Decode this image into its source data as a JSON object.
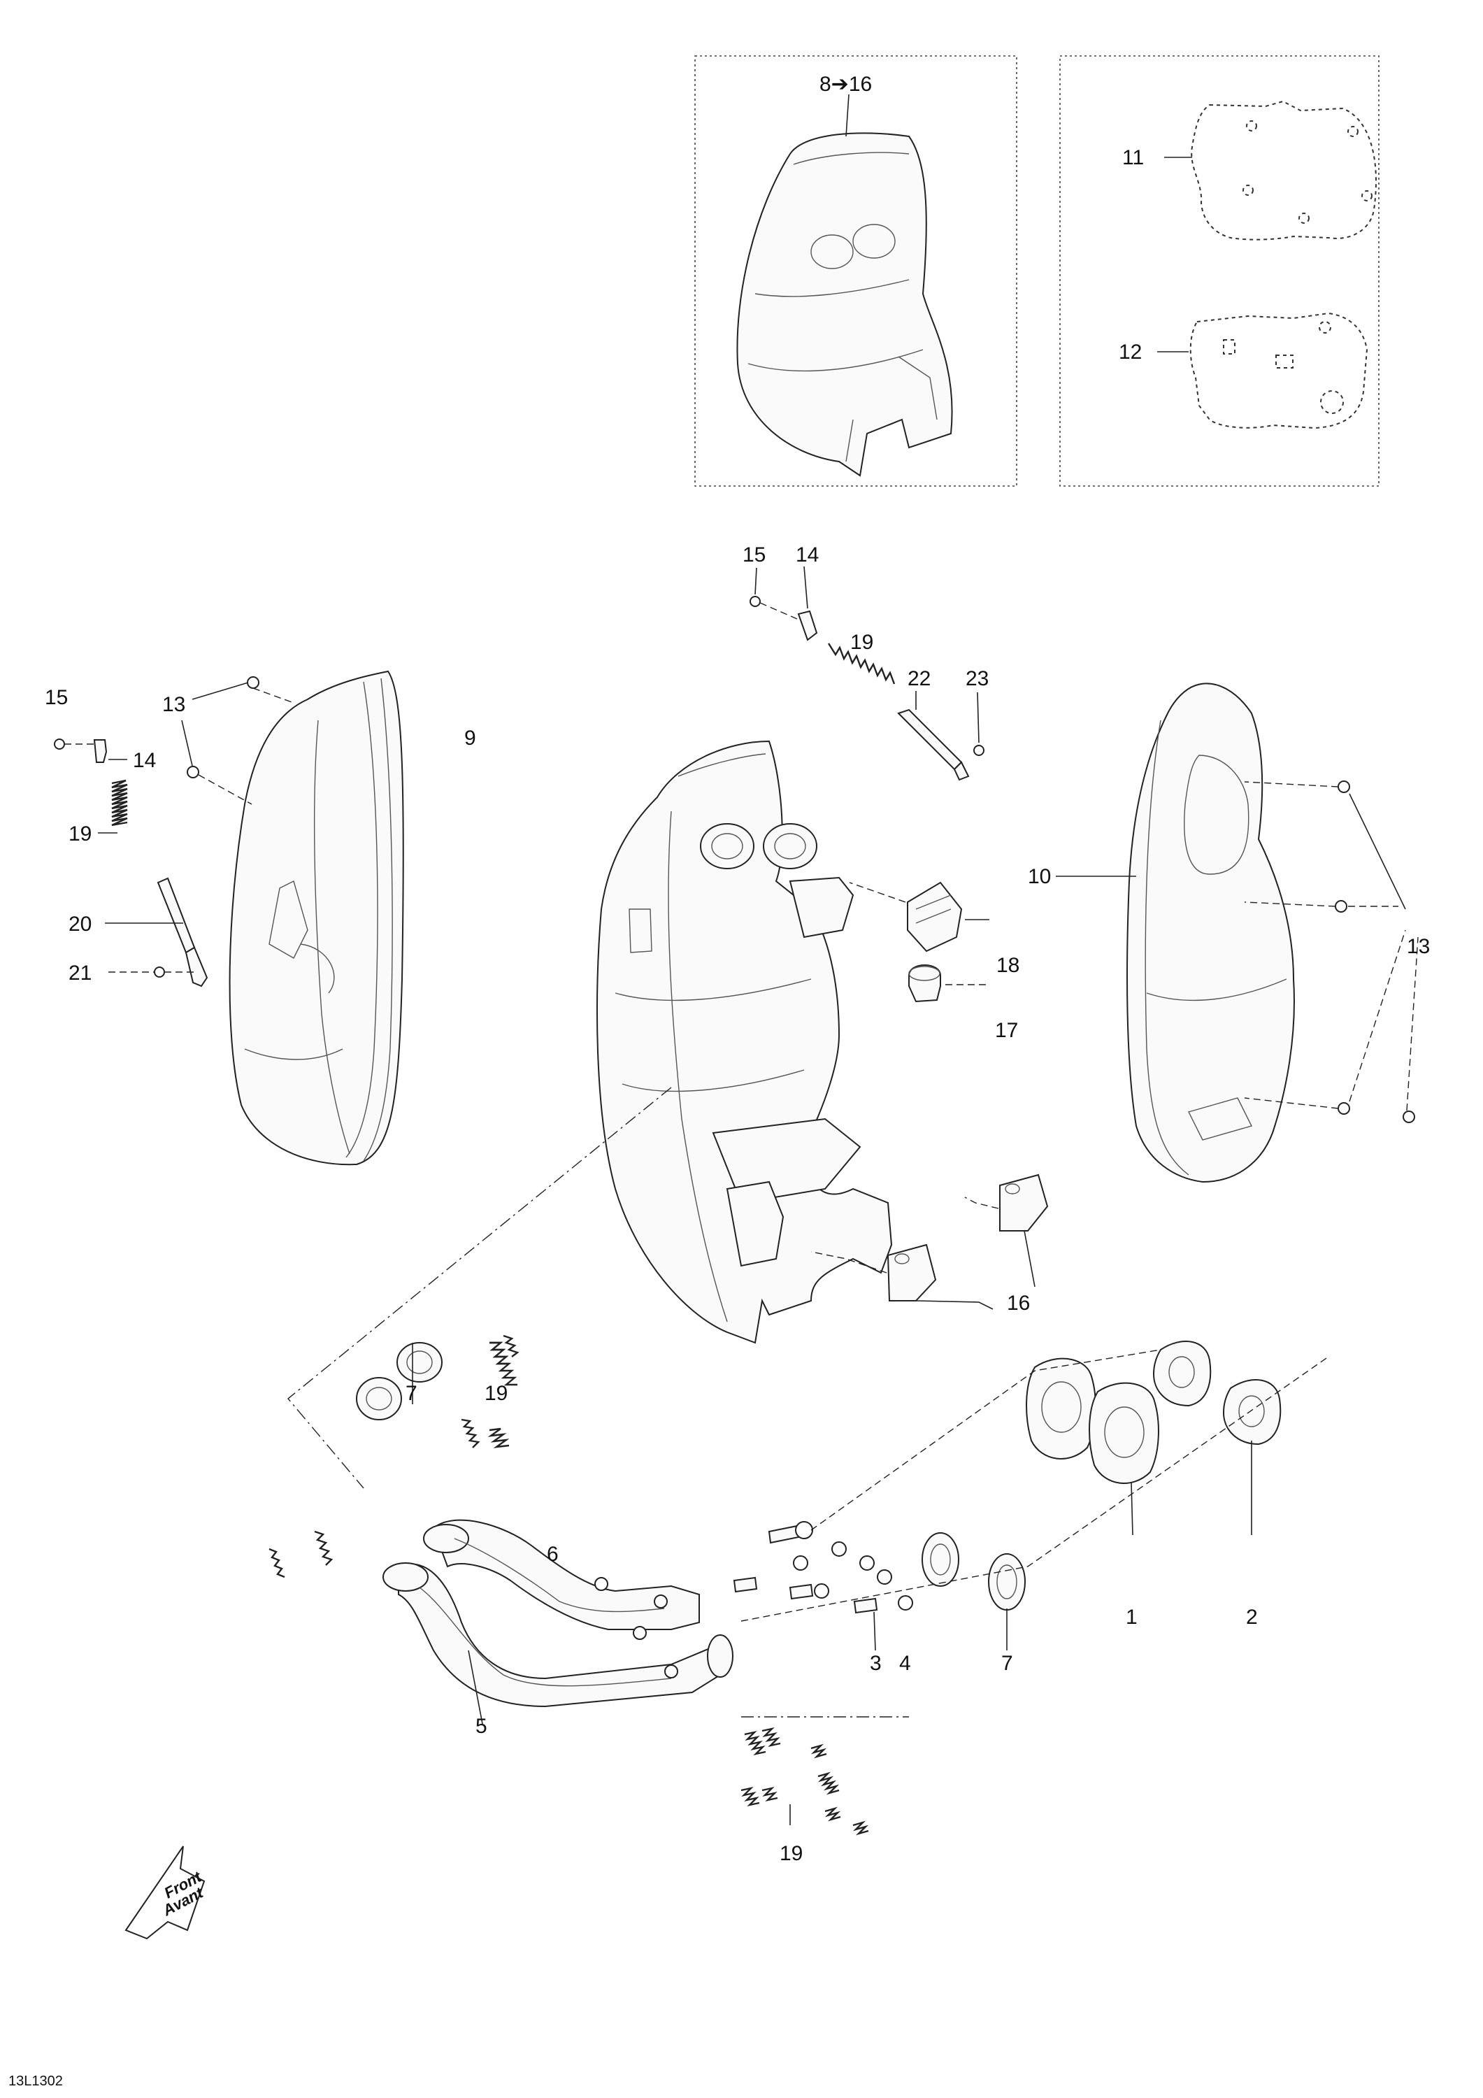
{
  "callouts": {
    "c_8_16": "8➔16",
    "c11": "11",
    "c12": "12",
    "c15_top": "15",
    "c14_top": "14",
    "c19_top": "19",
    "c22": "22",
    "c23": "23",
    "c15_left": "15",
    "c13_left": "13",
    "c14_left": "14",
    "c19_left": "19",
    "c20": "20",
    "c21": "21",
    "c9": "9",
    "c10": "10",
    "c13_right": "13",
    "c18": "18",
    "c17": "17",
    "c16": "16",
    "c7_top": "7",
    "c19_mid": "19",
    "c6": "6",
    "c5": "5",
    "c3": "3",
    "c4": "4",
    "c7_bottom": "7",
    "c1": "1",
    "c2": "2",
    "c19_bottom": "19"
  },
  "front_arrow": {
    "line1": "Front",
    "line2": "Avant"
  },
  "figure_code": "13L1302"
}
